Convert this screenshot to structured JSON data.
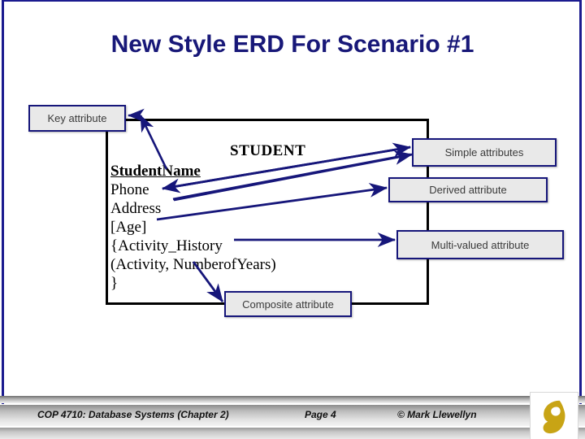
{
  "slide": {
    "title": "New Style ERD For Scenario #1",
    "title_color": "#181878",
    "border_color": "#1b1b8f"
  },
  "erd": {
    "entity_name": "STUDENT",
    "attributes": [
      {
        "text": "StudentName",
        "style": "key"
      },
      {
        "text": "Phone",
        "style": "simple"
      },
      {
        "text": "Address",
        "style": "simple"
      },
      {
        "text": "[Age]",
        "style": "derived"
      },
      {
        "text": "{Activity_History",
        "style": "multivalued"
      },
      {
        "text": "(Activity, NumberofYears)",
        "style": "composite"
      },
      {
        "text": "}",
        "style": "multivalued-close"
      }
    ]
  },
  "callouts": {
    "key": "Key attribute",
    "simple": "Simple attributes",
    "derived": "Derived attribute",
    "multivalued": "Multi-valued attribute",
    "composite": "Composite attribute",
    "fill_color": "#e9e9e9",
    "border_color": "#16167a"
  },
  "footer": {
    "course": "COP 4710: Database Systems  (Chapter 2)",
    "page": "Page 4",
    "copyright": "© Mark Llewellyn",
    "logo_name": "ucf-pegasus-logo",
    "logo_color": "#C8A415"
  }
}
